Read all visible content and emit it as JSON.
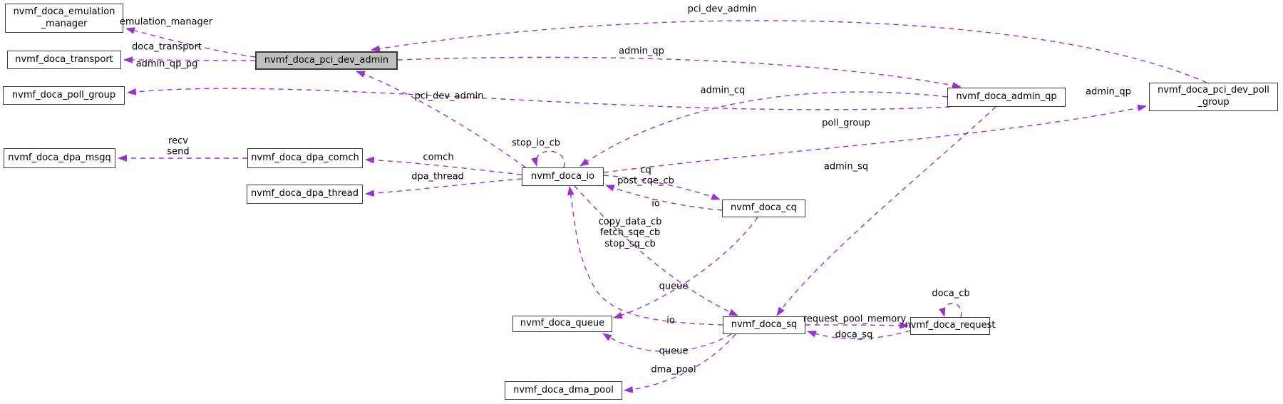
{
  "diagram": {
    "type": "doxygen-collaboration-graph",
    "colors": {
      "edge": "#9a32cd",
      "node_border": "#3a3a3a",
      "node_fill": "#ffffff",
      "highlight_fill": "#bfbfbf",
      "background": "#ffffff"
    },
    "nodes": [
      {
        "label": "nvmf_doca_emulation\n_manager",
        "highlighted": false
      },
      {
        "label": "nvmf_doca_transport",
        "highlighted": false
      },
      {
        "label": "nvmf_doca_poll_group",
        "highlighted": false
      },
      {
        "label": "nvmf_doca_dpa_msgq",
        "highlighted": false
      },
      {
        "label": "nvmf_doca_pci_dev_admin",
        "highlighted": true
      },
      {
        "label": "nvmf_doca_dpa_comch",
        "highlighted": false
      },
      {
        "label": "nvmf_doca_dpa_thread",
        "highlighted": false
      },
      {
        "label": "nvmf_doca_io",
        "highlighted": false
      },
      {
        "label": "nvmf_doca_cq",
        "highlighted": false
      },
      {
        "label": "nvmf_doca_admin_qp",
        "highlighted": false
      },
      {
        "label": "nvmf_doca_pci_dev_poll\n_group",
        "highlighted": false
      },
      {
        "label": "nvmf_doca_queue",
        "highlighted": false
      },
      {
        "label": "nvmf_doca_sq",
        "highlighted": false
      },
      {
        "label": "nvmf_doca_request",
        "highlighted": false
      },
      {
        "label": "nvmf_doca_dma_pool",
        "highlighted": false
      }
    ],
    "edge_labels": [
      {
        "text": "emulation_manager"
      },
      {
        "text": "doca_transport"
      },
      {
        "text": "admin_qp_pg"
      },
      {
        "text": "pci_dev_admin"
      },
      {
        "text": "admin_qp"
      },
      {
        "text": "admin_cq"
      },
      {
        "text": "pci_dev_admin"
      },
      {
        "text": "recv\nsend"
      },
      {
        "text": "comch"
      },
      {
        "text": "dpa_thread"
      },
      {
        "text": "stop_io_cb"
      },
      {
        "text": "cq\npost_cqe_cb"
      },
      {
        "text": "io"
      },
      {
        "text": "copy_data_cb\nfetch_sqe_cb\nstop_sq_cb"
      },
      {
        "text": "poll_group"
      },
      {
        "text": "admin_sq"
      },
      {
        "text": "admin_qp"
      },
      {
        "text": "queue"
      },
      {
        "text": "io"
      },
      {
        "text": "queue"
      },
      {
        "text": "dma_pool"
      },
      {
        "text": "request_pool_memory"
      },
      {
        "text": "doca_sq"
      },
      {
        "text": "doca_cb"
      }
    ]
  }
}
